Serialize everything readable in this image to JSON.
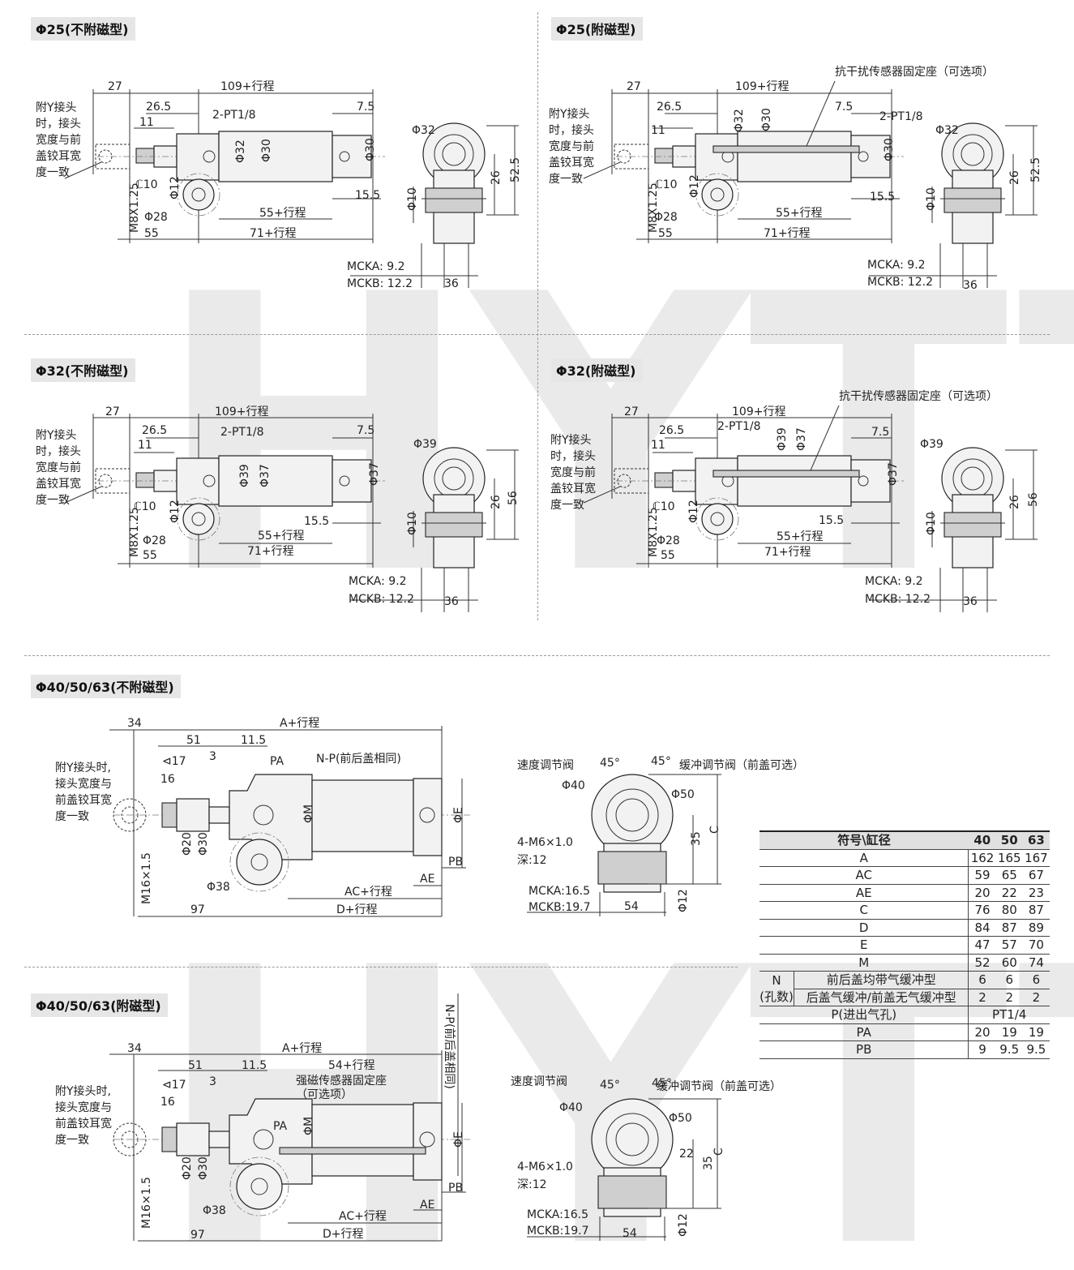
{
  "titles": {
    "p25_nomag": "Φ25(不附磁型)",
    "p25_mag": "Φ25(附磁型)",
    "p32_nomag": "Φ32(不附磁型)",
    "p32_mag": "Φ32(附磁型)",
    "p40_nomag": "Φ40/50/63(不附磁型)",
    "p40_mag": "Φ40/50/63(附磁型)"
  },
  "watermark": "HYTTE",
  "small_common": {
    "d27": "27",
    "d109": "109+行程",
    "d265": "26.5",
    "d11": "11",
    "d75": "7.5",
    "pt": "2-PT1/8",
    "c10": "ℂ10",
    "p12": "Φ12",
    "p28": "Φ28",
    "m8": "M8X1.25",
    "d55": "55",
    "d55s": "55+行程",
    "d71": "71+行程",
    "d155": "15.5",
    "note": [
      "附Y接头",
      "时，接头",
      "宽度与前",
      "盖铰耳宽",
      "度一致"
    ],
    "p10": "Φ10",
    "d26": "26",
    "d36": "36",
    "mcka": "MCKA: 9.2",
    "mckb": "MCKB: 12.2",
    "sensor": "抗干扰传感器固定座（可选项）"
  },
  "p25": {
    "bore": "Φ32",
    "rod": "Φ30",
    "side": "Φ30",
    "end": "Φ32",
    "h": "52.5"
  },
  "p32": {
    "bore": "Φ39",
    "rod": "Φ37",
    "side": "Φ37",
    "end": "Φ39",
    "h": "56"
  },
  "large_common": {
    "d34": "34",
    "dA": "A+行程",
    "d51": "51",
    "d115": "11.5",
    "d3": "3",
    "w17": "⊲17",
    "d16": "16",
    "pa": "PA",
    "np": "N-P(前后盖相同)",
    "m": "ΦM",
    "e": "ΦE",
    "p20": "Φ20",
    "p30": "Φ30",
    "p38": "Φ38",
    "m16": "M16×1.5",
    "d97": "97",
    "ac": "AC+行程",
    "d": "D+行程",
    "ae": "AE",
    "pb": "PB",
    "note1": [
      "附Y接头时,",
      "接头宽度与",
      "前盖铰耳宽",
      "度一致"
    ],
    "note2": [
      "附Y接头时,",
      "接头宽度与",
      "前盖铰耳宽",
      "度一致"
    ],
    "speed": "速度调节阀",
    "cush": "缓冲调节阀（前盖可选）",
    "a45": "45°",
    "p40": "Φ40",
    "p50": "Φ50",
    "m6": "4-M6×1.0",
    "deep": "深:12",
    "d35": "35",
    "c": "C",
    "mcka": "MCKA:16.5",
    "mckb": "MCKB:19.7",
    "d54": "54",
    "p12": "Φ12",
    "d54s": "54+行程",
    "strong": "强磁传感器固定座",
    "opt": "（可选项）",
    "np2": "N-P(前后盖相同)",
    "d22": "22"
  },
  "table": {
    "header": [
      "符号\\缸径",
      "40",
      "50",
      "63"
    ],
    "rows": [
      {
        "label": "A",
        "v": [
          "162",
          "165",
          "167"
        ]
      },
      {
        "label": "AC",
        "v": [
          "59",
          "65",
          "67"
        ]
      },
      {
        "label": "AE",
        "v": [
          "20",
          "22",
          "23"
        ]
      },
      {
        "label": "C",
        "v": [
          "76",
          "80",
          "87"
        ]
      },
      {
        "label": "D",
        "v": [
          "84",
          "87",
          "89"
        ]
      },
      {
        "label": "E",
        "v": [
          "47",
          "57",
          "70"
        ]
      },
      {
        "label": "M",
        "v": [
          "52",
          "60",
          "74"
        ]
      }
    ],
    "n_label": "N",
    "n_sub": "(孔数)",
    "n_rows": [
      {
        "label": "前后盖均带气缓冲型",
        "v": [
          "6",
          "6",
          "6"
        ]
      },
      {
        "label": "后盖气缓冲/前盖无气缓冲型",
        "v": [
          "2",
          "2",
          "2"
        ]
      }
    ],
    "p_label": "P(进出气孔)",
    "p_value": "PT1/4",
    "tail_rows": [
      {
        "label": "PA",
        "v": [
          "20",
          "19",
          "19"
        ]
      },
      {
        "label": "PB",
        "v": [
          "9",
          "9.5",
          "9.5"
        ]
      }
    ]
  }
}
